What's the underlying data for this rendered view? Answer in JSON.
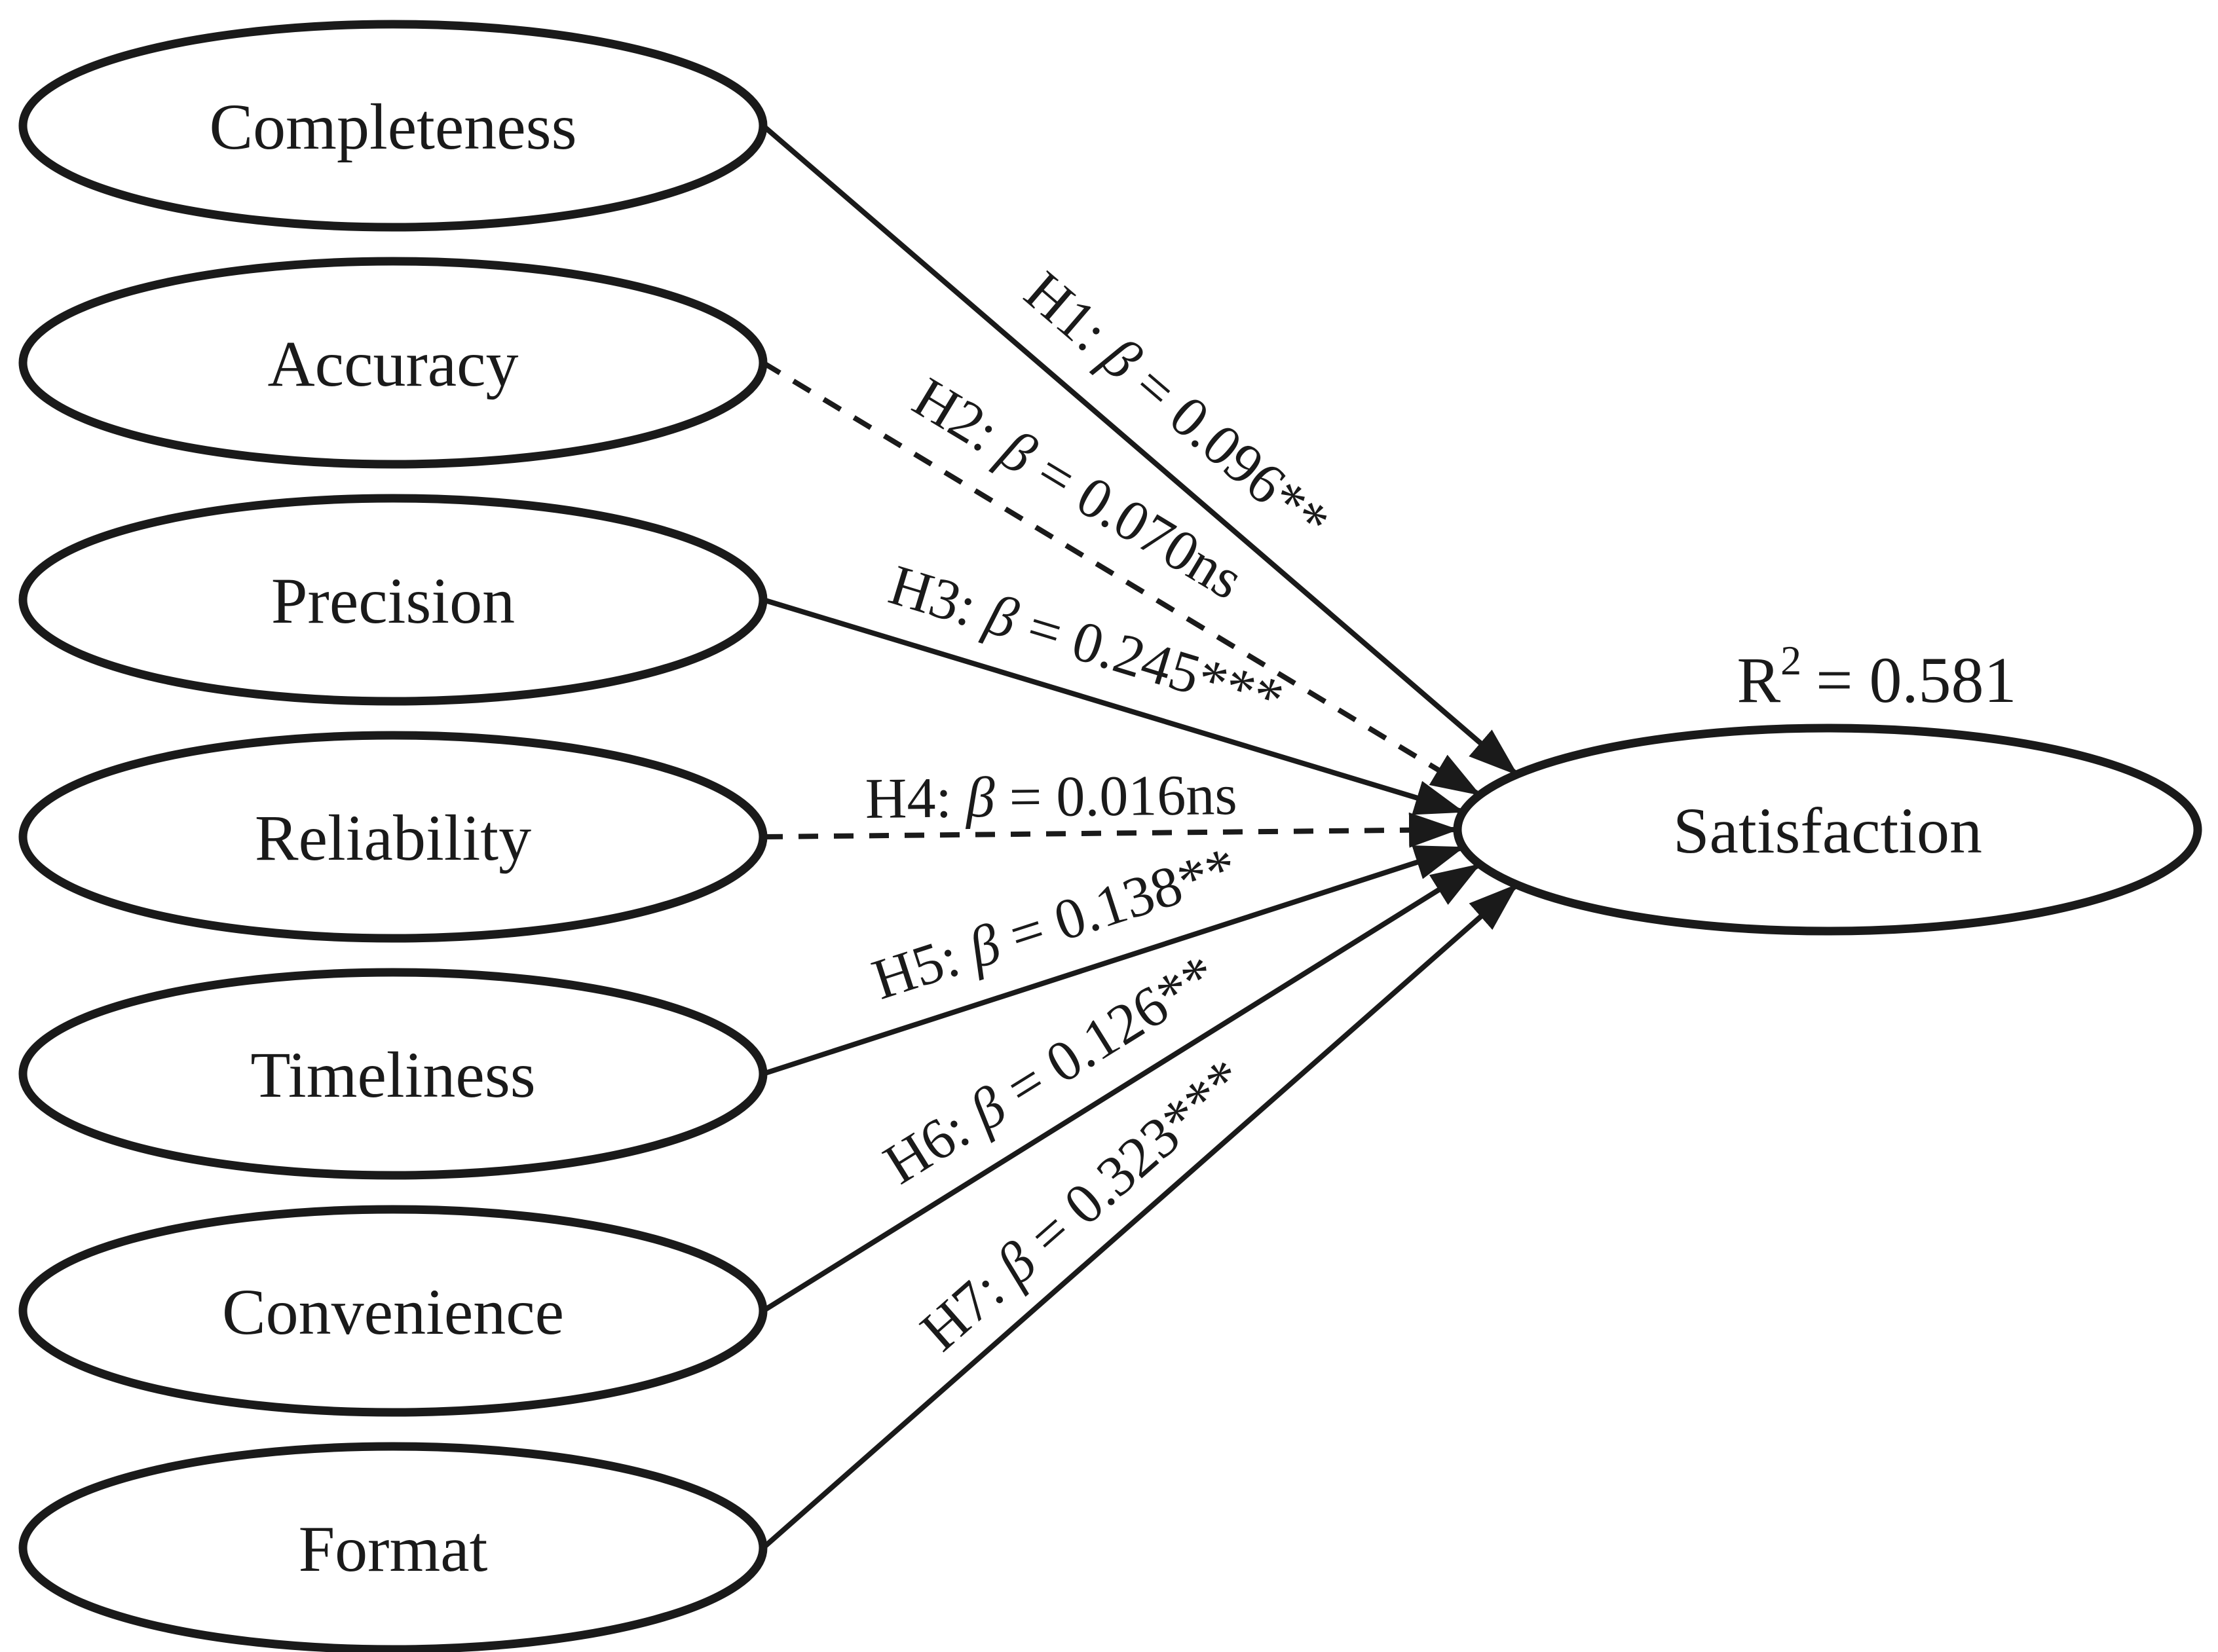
{
  "figure": {
    "kind": "sem-path-diagram",
    "background_color": "#ffffff",
    "ink_color": "#1a1a1a"
  },
  "nodes": {
    "predictors": [
      {
        "label": "Completeness"
      },
      {
        "label": "Accuracy"
      },
      {
        "label": "Precision"
      },
      {
        "label": "Reliability"
      },
      {
        "label": "Timeliness"
      },
      {
        "label": "Convenience"
      },
      {
        "label": "Format"
      }
    ],
    "outcome": {
      "label": "Satisfaction",
      "r2_base": "R",
      "r2_sup": "2",
      "r2_rest": "= 0.581"
    }
  },
  "paths": [
    {
      "hypothesis": "H1:",
      "beta": "β",
      "value": "= 0.096**",
      "line": "solid"
    },
    {
      "hypothesis": "H2:",
      "beta": "β",
      "value": "= 0.070ns",
      "line": "dashed"
    },
    {
      "hypothesis": "H3:",
      "beta": "β",
      "value": "= 0.245***",
      "line": "solid"
    },
    {
      "hypothesis": "H4:",
      "beta": "β",
      "value": "= 0.016ns",
      "line": "dashed"
    },
    {
      "hypothesis": "H5:",
      "beta": "β",
      "value": "= 0.138**",
      "line": "solid"
    },
    {
      "hypothesis": "H6:",
      "beta": "β",
      "value": "= 0.126**",
      "line": "solid"
    },
    {
      "hypothesis": "H7:",
      "beta": "β",
      "value": "= 0.323***",
      "line": "solid"
    }
  ]
}
